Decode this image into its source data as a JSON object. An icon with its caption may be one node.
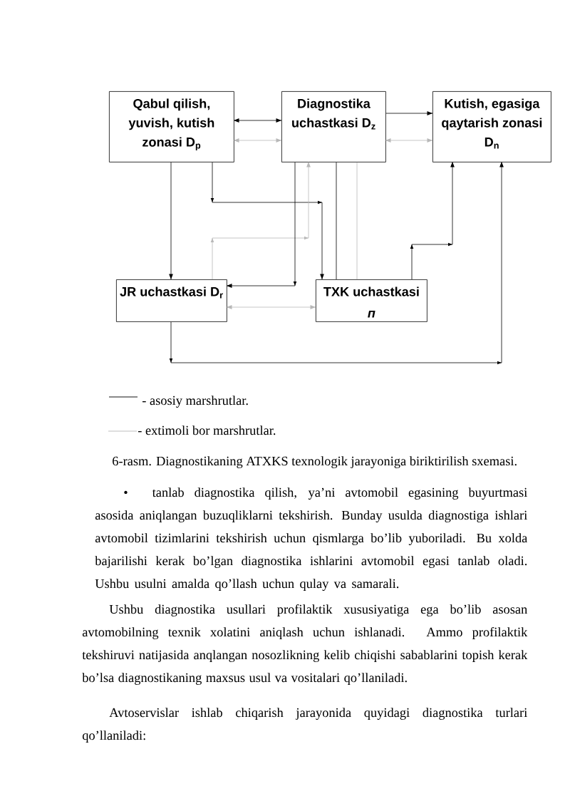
{
  "diagram": {
    "caption": "6-rasm. Diagnostikaning ATXKS texnologik jarayoniga biriktirilish sxemasi.",
    "nodes": [
      {
        "text": [
          "Qabul qilish, yuvish, kutish zonasi D$_{p}$"
        ]
      },
      {
        "text": [
          "Diagnostika uchastkasi D$_{z}$"
        ]
      },
      {
        "text": [
          "Kutish, egasiga qaytarish zonasi D$_{n}$"
        ]
      },
      {
        "text": [
          "JR uchastkasi D$_{r}$"
        ]
      },
      {
        "text": [
          "TXK uchastkasi *п*"
        ]
      }
    ],
    "edges": [
      {
        "from": 0,
        "to": 1,
        "arrow": "both"
      },
      {
        "from": 0,
        "to": 1,
        "arrow": "both",
        "color": "#b8b8b8"
      },
      {
        "from": 1,
        "to": 2,
        "arrow": "to"
      },
      {
        "from": 1,
        "to": 2,
        "arrow": "both",
        "color": "#b8b8b8"
      },
      {
        "from": 0,
        "to": 3,
        "arrow": "to"
      },
      {
        "from": 0,
        "to": 4,
        "arrow": "to"
      },
      {
        "from": 3,
        "to": 1,
        "arrow": "to",
        "color": "#b8b8b8"
      },
      {
        "from": 1,
        "to": 3,
        "arrow": "to"
      },
      {
        "from": 1,
        "to": 4,
        "arrow": "none"
      },
      {
        "from": 1,
        "to": 4,
        "arrow": "none",
        "color": "#b8b8b8"
      },
      {
        "from": 4,
        "to": 2,
        "arrow": "to"
      },
      {
        "from": 3,
        "to": 2,
        "arrow": "to"
      },
      {
        "from": 3,
        "to": 4,
        "arrow": "both",
        "color": "#b8b8b8"
      }
    ],
    "labels": [
      "• tanlab diagnostika qilish, ya’ni avtomobil egasining buyurtmasi asosida aniqlangan buzuqliklarni tekshirish. Bunday usulda diagnostiga ishlari avtomobil tizimlarini tekshirish uchun qismlarga bo’lib yuboriladi. Bu xolda bajarilishi kerak bo’lgan diagnostika ishlarini avtomobil egasi tanlab oladi. Ushbu usulni amalda qo’llash uchun qulay va samarali.",
      "Ushbu diagnostika usullari profilaktik xususiyatiga ega bo’lib asosan avtomobilning texnik xolatini aniqlash uchun ishlanadi. Ammo profilaktik tekshiruvi natijasida anqlangan nosozlikning kelib chiqishi sabablarini topish kerak bo’lsa diagnostikaning maxsus usul va vositalari qo’llaniladi.",
      "Avtoservislar ishlab chiqarish jarayonida quyidagi diagnostika turlari qo’llaniladi:"
    ],
    "legend": [
      {
        "text": "- asosiy marshrutlar."
      },
      {
        "text": "- extimoli bor marshrutlar."
      }
    ]
  }
}
